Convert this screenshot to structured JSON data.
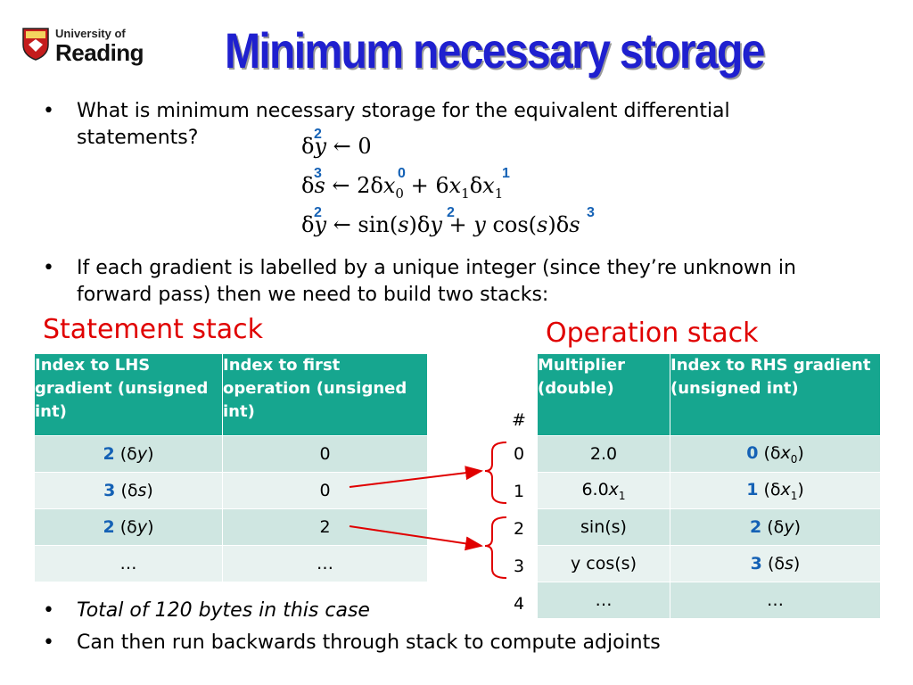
{
  "logo": {
    "line1": "University of",
    "line2": "Reading"
  },
  "title": "Minimum necessary storage",
  "bullets": {
    "b1": "What is minimum necessary storage for the equivalent differential statements?",
    "b2": "If each gradient is labelled by a unique integer (since they’re unknown in forward pass) then we need to build two stacks:",
    "b3": "Total of 120 bytes in this case",
    "b4": "Can then run backwards through stack to compute adjoints",
    "symbol": "•"
  },
  "equations": {
    "labels": [
      "2",
      "3",
      "0",
      "1",
      "2",
      "2",
      "3"
    ]
  },
  "statement_stack": {
    "heading": "Statement stack",
    "headers": [
      "Index to LHS gradient (unsigned int)",
      "Index to first operation (unsigned int)"
    ],
    "rows": [
      {
        "idx": "2",
        "sym": "y",
        "op": "0"
      },
      {
        "idx": "3",
        "sym": "s",
        "op": "0"
      },
      {
        "idx": "2",
        "sym": "y",
        "op": "2"
      }
    ],
    "ellipsis": "…"
  },
  "operation_stack": {
    "heading": "Operation stack",
    "headers": [
      "Multiplier (double)",
      "Index to RHS gradient (unsigned int)"
    ],
    "index_header": "#",
    "indices": [
      "0",
      "1",
      "2",
      "3",
      "4"
    ],
    "rows": [
      {
        "mult": "2.0",
        "idx": "0"
      },
      {
        "mult": "6.0",
        "idx": "1"
      },
      {
        "mult": "sin(s)",
        "idx": "2"
      },
      {
        "mult": "y cos(s)",
        "idx": "3"
      }
    ],
    "ellipsis": "…"
  },
  "colors": {
    "title": "#1f20cf",
    "heading_red": "#e00000",
    "header_teal": "#16a68f",
    "label_blue": "#1461b5"
  }
}
